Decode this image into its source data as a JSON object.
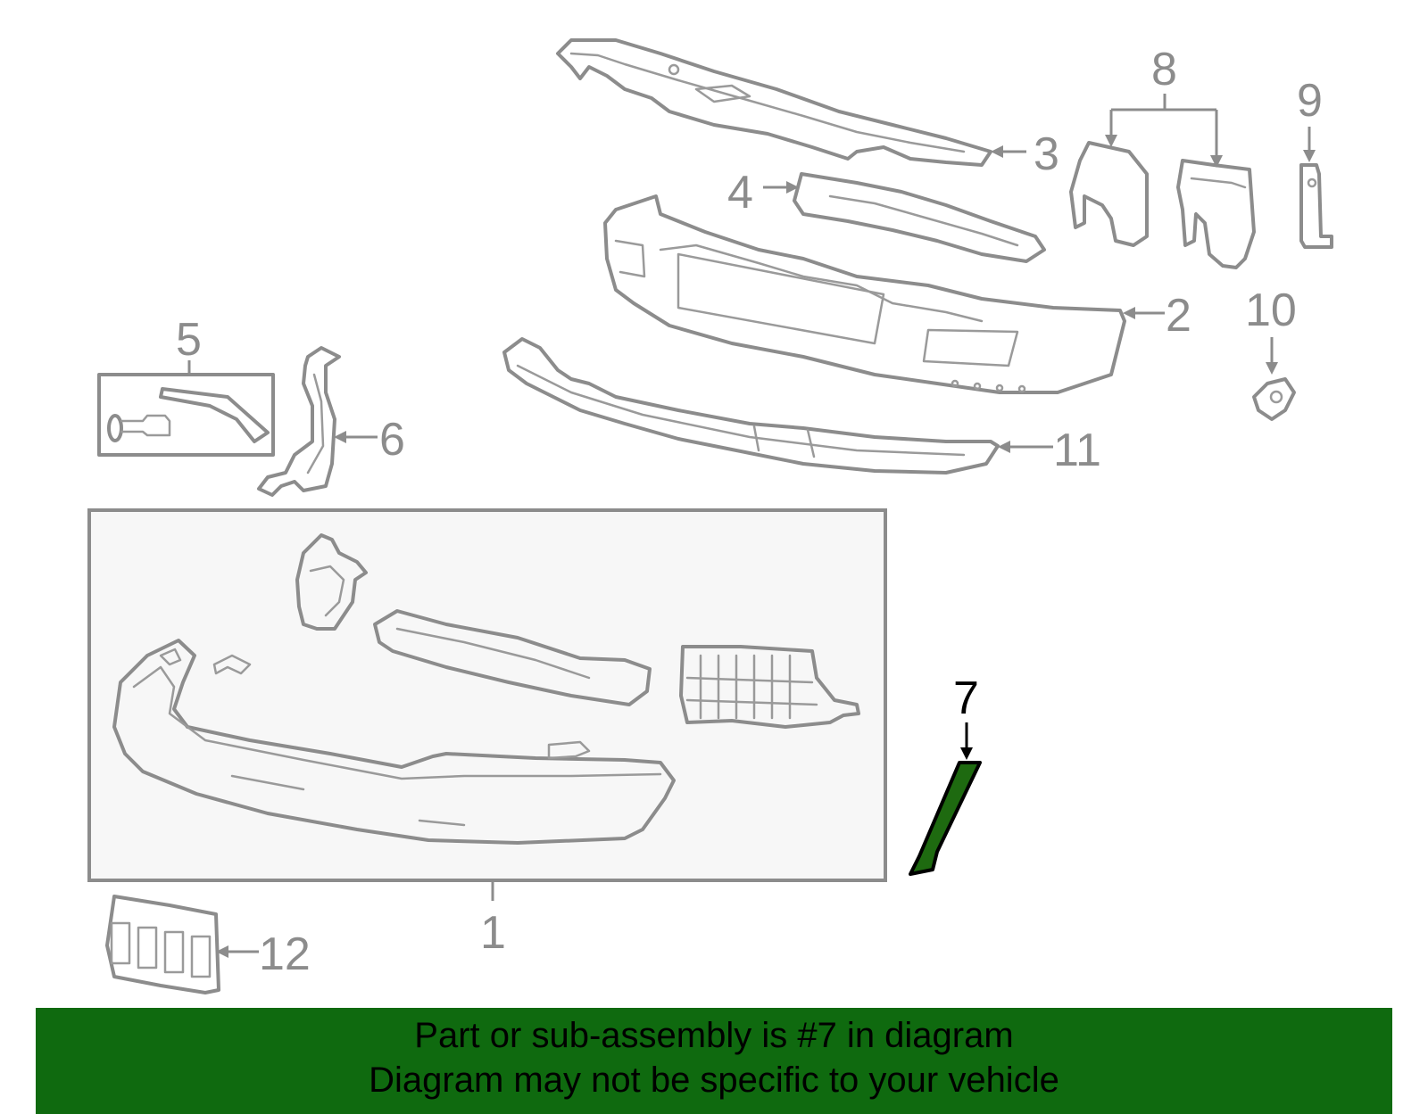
{
  "callouts": {
    "c1": "1",
    "c2": "2",
    "c3": "3",
    "c4": "4",
    "c5": "5",
    "c6": "6",
    "c7": "7",
    "c8": "8",
    "c9": "9",
    "c10": "10",
    "c11": "11",
    "c12": "12"
  },
  "highlight": {
    "part": "7",
    "color": "#1e6a10"
  },
  "banner": {
    "line1": "Part or sub-assembly is #7 in diagram",
    "line2": "Diagram may not be specific to your vehicle",
    "color": "#0f6a0f"
  },
  "colors": {
    "outline": "#8c8c8c",
    "box_fill": "#f7f7f7"
  }
}
